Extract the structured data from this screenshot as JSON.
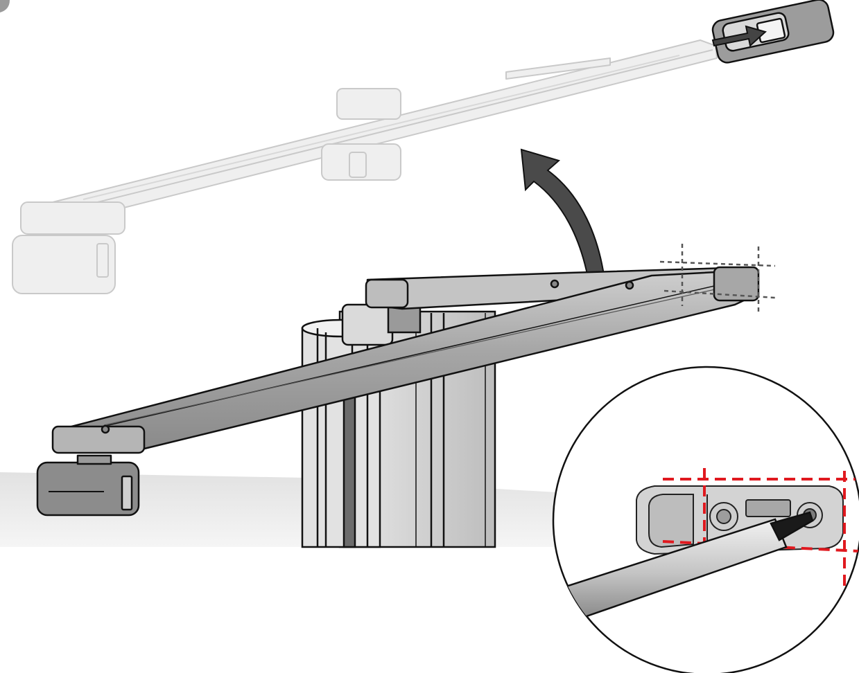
{
  "diagram": {
    "kind": "assembly-instruction-illustration",
    "texts": [],
    "parts": [
      {
        "name": "crossbar-raised-ghost",
        "state": "before"
      },
      {
        "name": "crossbar-lowered",
        "state": "after"
      },
      {
        "name": "vertical-column",
        "state": "static"
      },
      {
        "name": "end-cap-right",
        "state": "target"
      },
      {
        "name": "rotation-arrow",
        "direction": "up"
      },
      {
        "name": "insertion-arrow",
        "direction": "right"
      },
      {
        "name": "detail-callout-circle",
        "shows": "screwdriver-into-end-cap"
      }
    ],
    "colors": {
      "background": "#ffffff",
      "part_fill": "#a9a9a9",
      "part_light": "#d6d6d6",
      "ghost": "#e9e9e9",
      "outline": "#111111",
      "arrow": "#4a4a4a",
      "highlight_dash": "#e0191f",
      "guide_dash": "#555555",
      "floor": "#e4e4e4"
    }
  }
}
